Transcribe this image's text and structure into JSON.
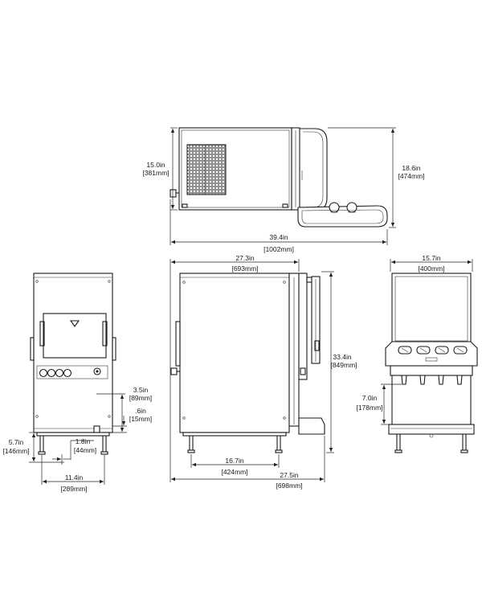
{
  "dimensions": {
    "top_depth": {
      "in": "15.0in",
      "mm": "[381mm]"
    },
    "top_depth_open": {
      "in": "18.6in",
      "mm": "[474mm]"
    },
    "top_overall_width": {
      "in": "39.4in",
      "mm": "[1002mm]"
    },
    "side_depth": {
      "in": "27.3in",
      "mm": "[693mm]"
    },
    "side_height": {
      "in": "33.4in",
      "mm": "[849mm]"
    },
    "side_leg_spacing": {
      "in": "16.7in",
      "mm": "[424mm]"
    },
    "side_overall_depth": {
      "in": "27.5in",
      "mm": "[698mm]"
    },
    "front_width": {
      "in": "15.7in",
      "mm": "[400mm]"
    },
    "front_nozzle_height": {
      "in": "7.0in",
      "mm": "[178mm]"
    },
    "rear_drain_height": {
      "in": "3.5in",
      "mm": "[89mm]"
    },
    "rear_drain_offset": {
      "in": ".6in",
      "mm": "[15mm]"
    },
    "rear_leg_height": {
      "in": "5.7in",
      "mm": "[146mm]"
    },
    "rear_drain_spacing": {
      "in": "1.8in",
      "mm": "[44mm]"
    },
    "rear_leg_spacing": {
      "in": "11.4in",
      "mm": "[289mm]"
    }
  }
}
